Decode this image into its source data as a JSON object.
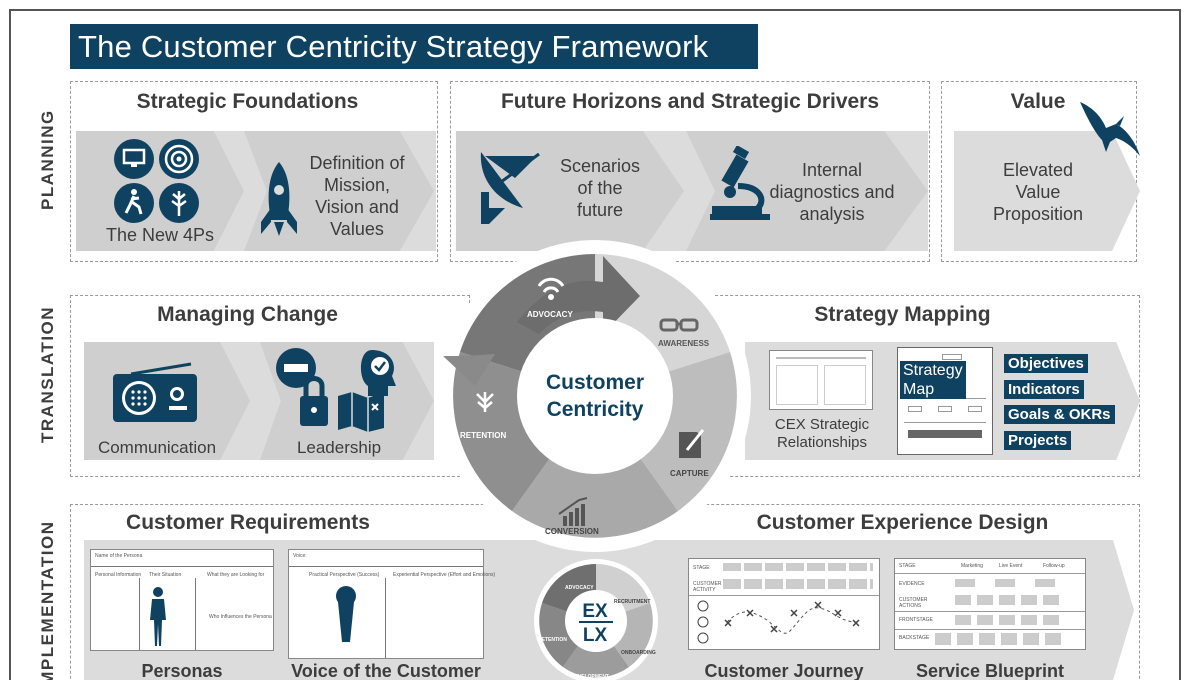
{
  "title": "The Customer Centricity Strategy Framework",
  "sections": {
    "planning": "PLANNING",
    "translation": "TRANSLATION",
    "implementation": "IMPLEMENTATION"
  },
  "planning": {
    "strategic_foundations": {
      "title": "Strategic Foundations",
      "items": [
        "The New 4Ps",
        "Definition of\nMission,\nVision and\nValues"
      ]
    },
    "future_horizons": {
      "title": "Future Horizons and Strategic Drivers",
      "items": [
        "Scenarios\nof the\nfuture",
        "Internal\ndiagnostics and\nanalysis"
      ]
    },
    "value": {
      "title": "Value",
      "items": [
        "Elevated\nValue\nProposition"
      ]
    }
  },
  "translation": {
    "managing_change": {
      "title": "Managing Change",
      "items": [
        "Communication",
        "Leadership"
      ]
    },
    "strategy_mapping": {
      "title": "Strategy Mapping",
      "items": [
        "CEX Strategic\nRelationships",
        "Strategy\nMap"
      ],
      "tags": [
        "Objectives",
        "Indicators",
        "Goals & OKRs",
        "Projects"
      ]
    }
  },
  "implementation": {
    "customer_requirements": {
      "title": "Customer Requirements",
      "items": [
        "Personas",
        "Voice of the Customer"
      ],
      "persona_doc": {
        "header": "Name of the Persona",
        "cols": [
          "Personal Information",
          "Their Situation",
          "What they are Looking for"
        ],
        "note": "Who Influences the Persona"
      },
      "voice_doc": {
        "header": "Voice:",
        "cols": [
          "Practical Perspective (Success)",
          "Experiential Perspective (Effort and Emotions)"
        ]
      }
    },
    "cx_design": {
      "title": "Customer Experience Design",
      "items": [
        "Customer Journey",
        "Service Blueprint"
      ],
      "journey_rows": [
        "STAGE",
        "CUSTOMER ACTIVITY"
      ],
      "blueprint_rows": [
        "STAGE",
        "EVIDENCE",
        "CUSTOMER ACTIONS",
        "FRONTSTAGE",
        "BACKSTAGE"
      ],
      "blueprint_cols": [
        "Marketing",
        "Live Event",
        "Follow-up"
      ]
    }
  },
  "wheel": {
    "center": "Customer\nCentricity",
    "stages": [
      "ADVOCACY",
      "AWARENESS",
      "CAPTURE",
      "CONVERSION",
      "RETENTION"
    ]
  },
  "mini_wheel": {
    "center_top": "EX",
    "center_bottom": "LX",
    "stages": [
      "ADVOCACY",
      "RECRUITMENT",
      "ONBOARDING",
      "DEVELOPMENT",
      "RETENTION"
    ]
  },
  "colors": {
    "navy": "#0f4260",
    "panel": "#dcdcdc",
    "arrow": "#cfcfcf",
    "ink": "#3d3d3d"
  }
}
